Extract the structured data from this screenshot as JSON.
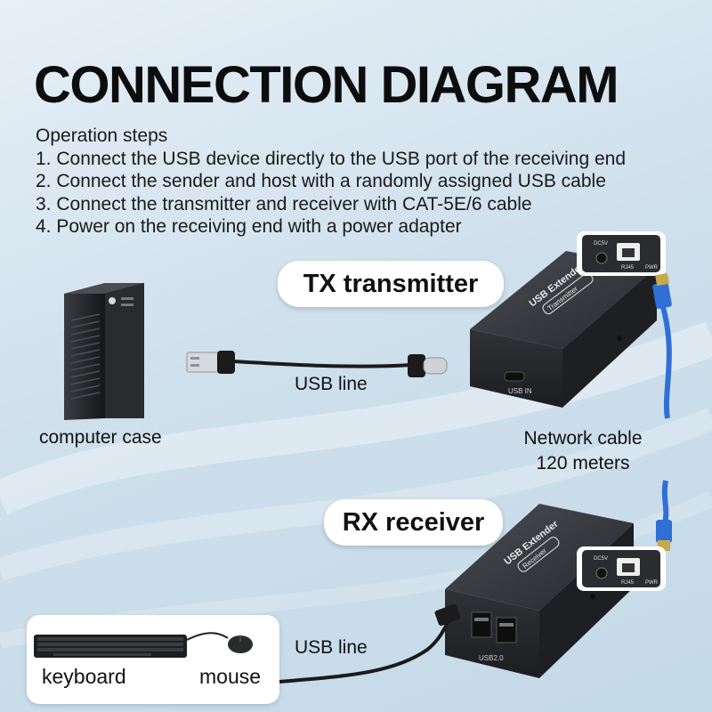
{
  "title": "CONNECTION DIAGRAM",
  "steps": {
    "heading": "Operation steps",
    "items": [
      "1. Connect the USB device directly to the USB port of the receiving end",
      "2. Connect the sender and host with a randomly assigned USB cable",
      "3. Connect the transmitter and receiver with CAT-5E/6 cable",
      "4. Power on the receiving end with a power adapter"
    ]
  },
  "transmitter": {
    "label": "TX transmitter",
    "device_text": "USB Extender",
    "device_badge": "Transmitter",
    "port_label": "USB IN",
    "inset_labels": [
      "DC5V",
      "RJ45",
      "PWR"
    ]
  },
  "receiver": {
    "label": "RX receiver",
    "device_text": "USB Extender",
    "device_badge": "Receiver",
    "port_label": "USB2.0",
    "inset_labels": [
      "DC5V",
      "RJ45",
      "PWR"
    ]
  },
  "labels": {
    "usb_line_top": "USB line",
    "computer_case": "computer case",
    "network_cable_line1": "Network cable",
    "network_cable_line2": "120 meters",
    "usb_line_bottom": "USB line",
    "keyboard": "keyboard",
    "mouse": "mouse"
  },
  "colors": {
    "background": "#cfe0ec",
    "device_body": "#2a2c30",
    "network_cable": "#2f6fd6",
    "connector_gold": "#c8a94a"
  }
}
